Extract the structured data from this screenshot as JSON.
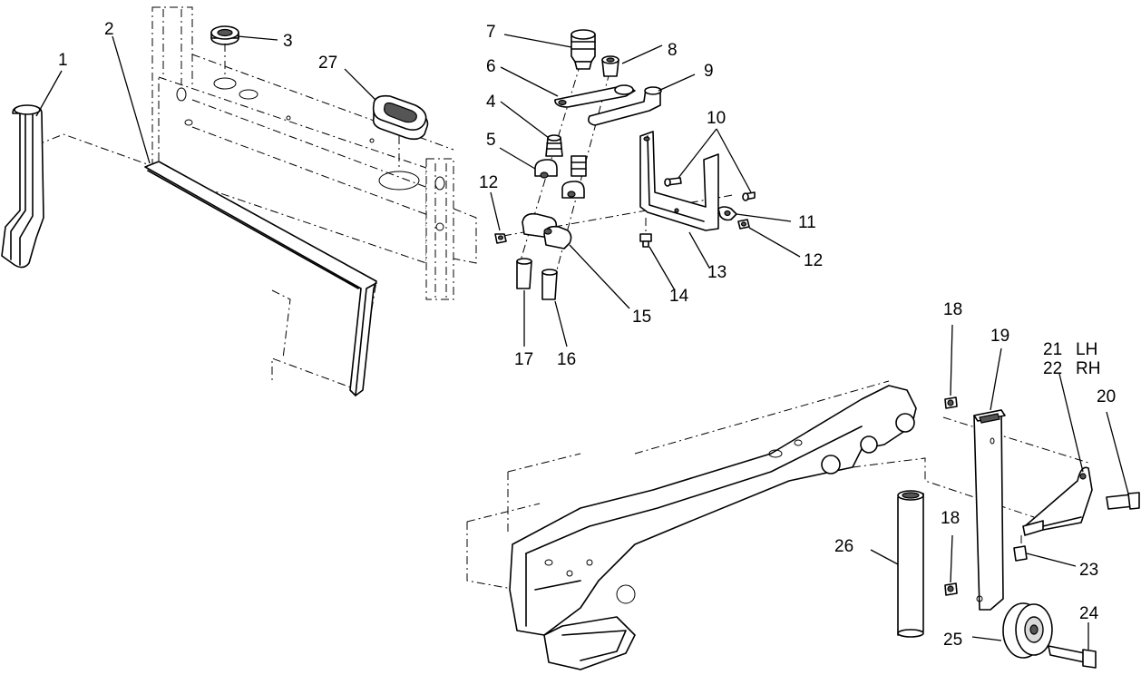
{
  "callouts": [
    {
      "id": "c1",
      "text": "1"
    },
    {
      "id": "c2",
      "text": "2"
    },
    {
      "id": "c3",
      "text": "3"
    },
    {
      "id": "c27",
      "text": "27"
    },
    {
      "id": "c7",
      "text": "7"
    },
    {
      "id": "c8",
      "text": "8"
    },
    {
      "id": "c6",
      "text": "6"
    },
    {
      "id": "c9",
      "text": "9"
    },
    {
      "id": "c4",
      "text": "4"
    },
    {
      "id": "c10",
      "text": "10"
    },
    {
      "id": "c5",
      "text": "5"
    },
    {
      "id": "c12a",
      "text": "12"
    },
    {
      "id": "c11",
      "text": "11"
    },
    {
      "id": "c12b",
      "text": "12"
    },
    {
      "id": "c13",
      "text": "13"
    },
    {
      "id": "c14",
      "text": "14"
    },
    {
      "id": "c15",
      "text": "15"
    },
    {
      "id": "c17",
      "text": "17"
    },
    {
      "id": "c16",
      "text": "16"
    },
    {
      "id": "c18a",
      "text": "18"
    },
    {
      "id": "c19",
      "text": "19"
    },
    {
      "id": "c21",
      "text": "21"
    },
    {
      "id": "c21side",
      "text": "LH"
    },
    {
      "id": "c22",
      "text": "22"
    },
    {
      "id": "c22side",
      "text": "RH"
    },
    {
      "id": "c20",
      "text": "20"
    },
    {
      "id": "c26",
      "text": "26"
    },
    {
      "id": "c18b",
      "text": "18"
    },
    {
      "id": "c23",
      "text": "23"
    },
    {
      "id": "c24",
      "text": "24"
    },
    {
      "id": "c25",
      "text": "25"
    }
  ]
}
